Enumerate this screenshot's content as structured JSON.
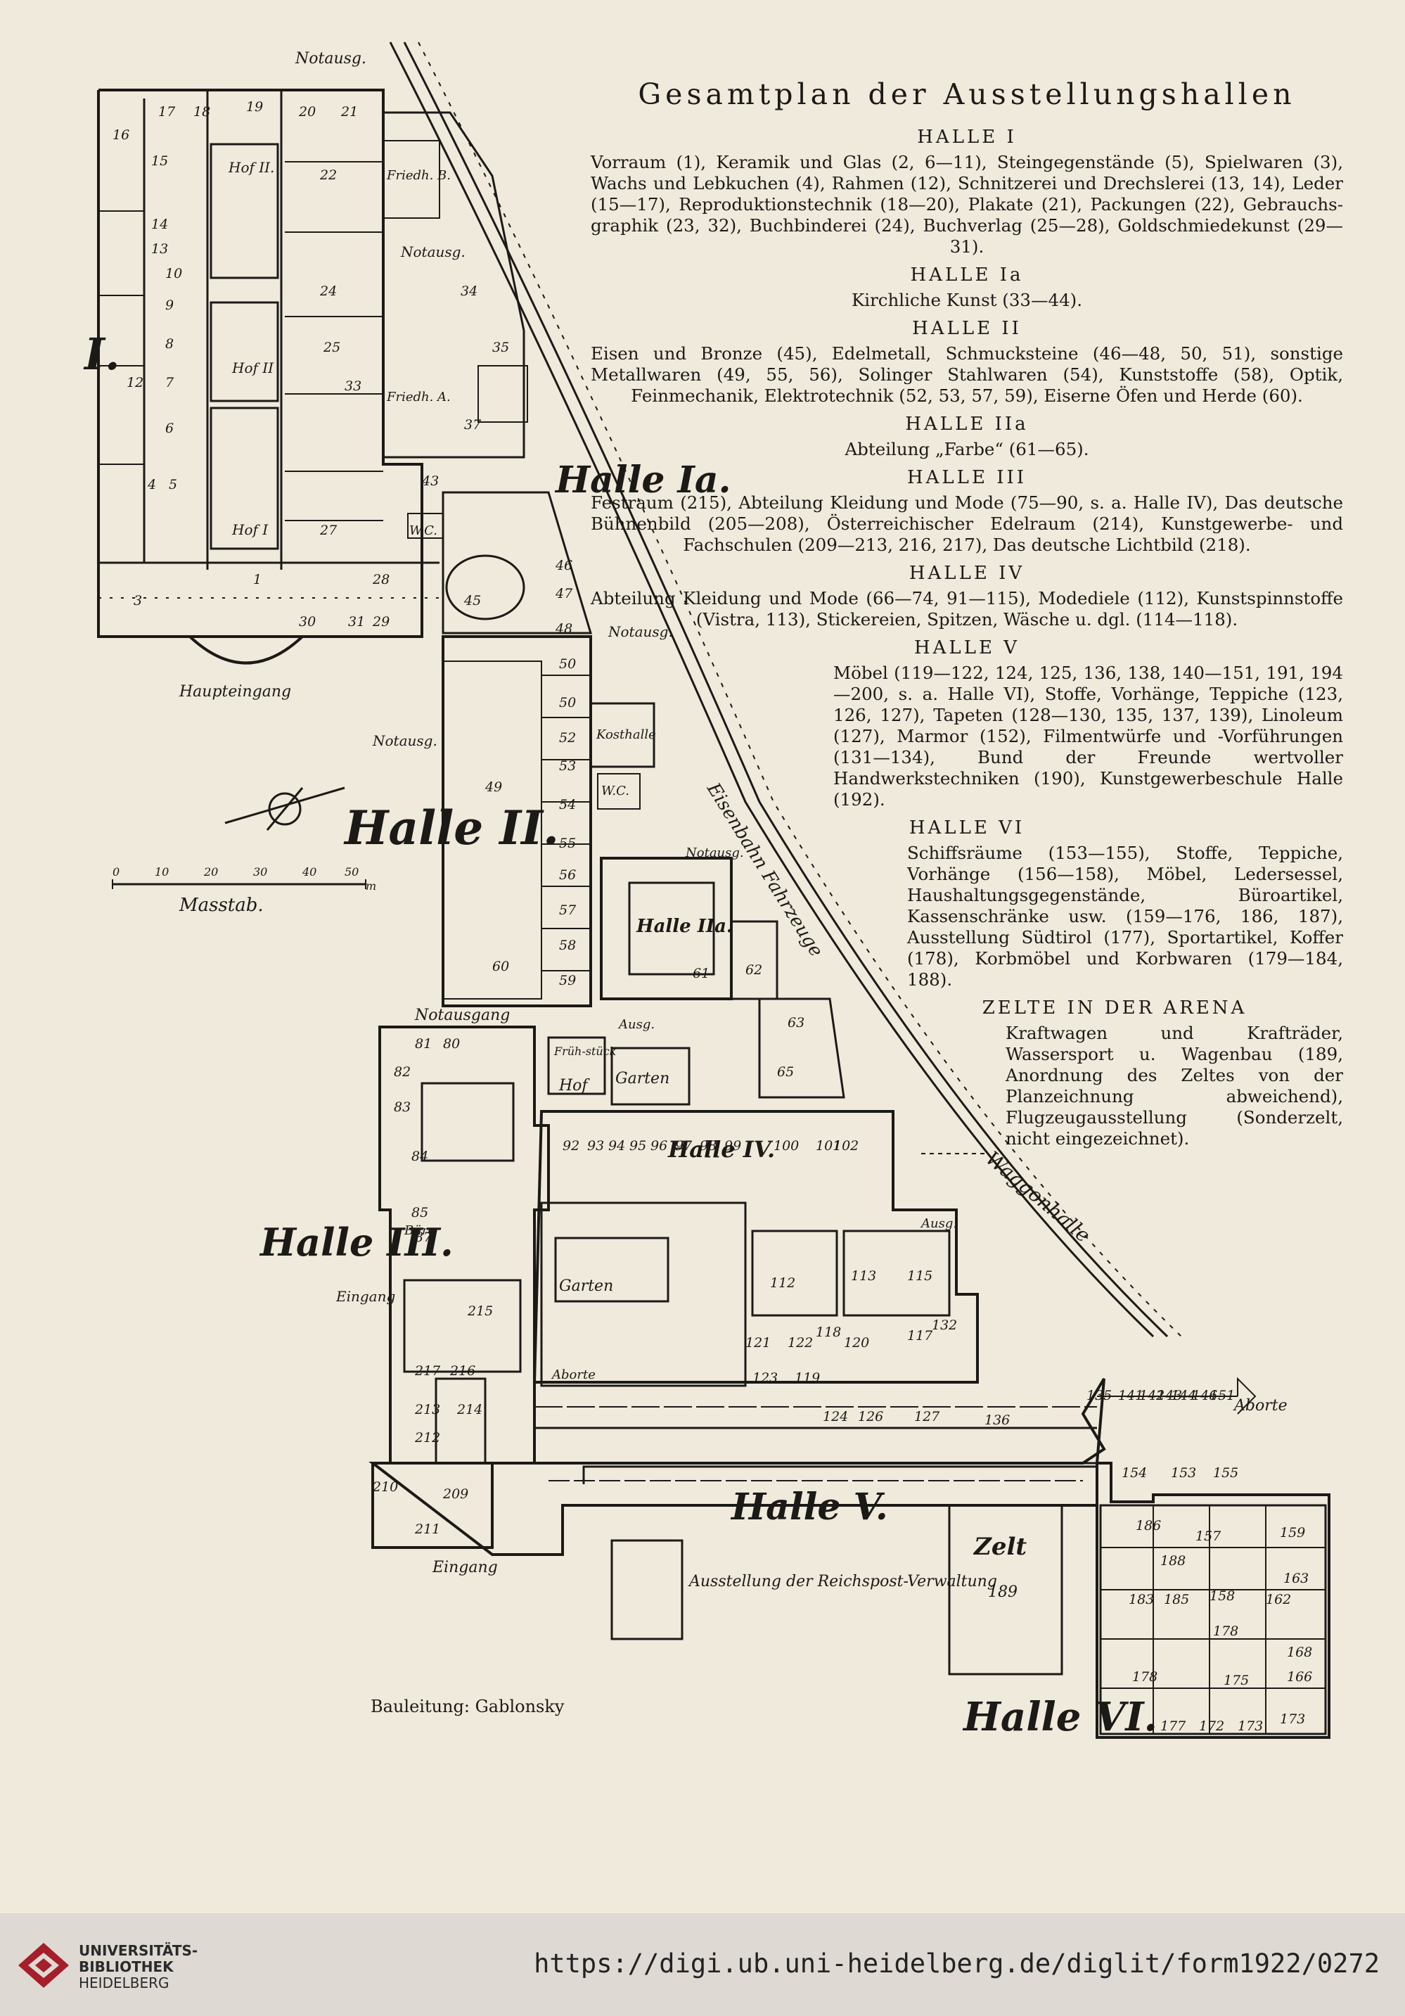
{
  "legend": {
    "title": "Gesamtplan der Ausstellungshallen",
    "sections": [
      {
        "heading": "HALLE I",
        "text": "Vorraum (1), Keramik und Glas (2, 6—11), Steingegenstände (5), Spielwaren (3), Wachs und Lebkuchen (4), Rahmen (12), Schnitzerei und Drechslerei (13, 14), Leder (15—17), Reproduktionstechnik (18—20), Plakate (21), Packungen (22), Gebrauchs-graphik (23, 32), Buchbinderei (24), Buchverlag (25—28), Goldschmiedekunst (29—31)."
      },
      {
        "heading": "HALLE Ia",
        "text": "Kirchliche Kunst (33—44)."
      },
      {
        "heading": "HALLE II",
        "text": "Eisen und Bronze (45), Edelmetall, Schmucksteine (46—48, 50, 51), sonstige Metallwaren (49, 55, 56), Solinger Stahlwaren (54), Kunststoffe (58), Optik, Feinmechanik, Elektrotechnik (52, 53, 57, 59), Eiserne Öfen und Herde (60)."
      },
      {
        "heading": "HALLE IIa",
        "text": "Abteilung „Farbe“ (61—65)."
      },
      {
        "heading": "HALLE III",
        "text": "Festraum (215), Abteilung Kleidung und Mode (75—90, s. a. Halle IV), Das deutsche Bühnenbild (205—208), Österreichischer Edelraum (214), Kunstgewerbe- und Fachschulen (209—213, 216, 217), Das deutsche Lichtbild (218)."
      },
      {
        "heading": "HALLE IV",
        "text": "Abteilung Kleidung und Mode (66—74, 91—115), Modediele (112), Kunstspinnstoffe (Vistra, 113), Stickereien, Spitzen, Wäsche u. dgl. (114—118)."
      },
      {
        "heading": "HALLE V",
        "text": "Möbel (119—122, 124, 125, 136, 138, 140—151, 191, 194—200, s. a. Halle VI), Stoffe, Vorhänge, Teppiche (123, 126, 127), Tapeten (128—130, 135, 137, 139), Linoleum (127), Marmor (152), Filmentwürfe und -Vorführungen (131—134), Bund der Freunde wertvoller Handwerkstechniken (190), Kunstgewerbeschule Halle (192)."
      },
      {
        "heading": "HALLE VI",
        "text": "Schiffsräume (153—155), Stoffe, Teppiche, Vorhänge (156—158), Möbel, Ledersessel, Haushaltungsgegenstände, Büroartikel, Kassenschränke usw. (159—176, 186, 187), Ausstellung Südtirol (177), Sportartikel, Koffer (178), Korbmöbel und Korbwaren (179—184, 188)."
      },
      {
        "heading": "ZELTE IN DER ARENA",
        "text": "Kraftwagen und Krafträder, Wassersport u. Wagenbau (189, Anordnung des Zeltes von der Planzeichnung abweichend), Flugzeugausstellung (Sonderzelt, nicht eingezeichnet)."
      }
    ]
  },
  "plan_labels": {
    "notausg": "Notausg.",
    "notausgang": "Notausgang",
    "hof2": "Hof II.",
    "hof2b": "Hof II",
    "hof1": "Hof I",
    "friedh_b": "Friedh. B.",
    "friedh_a": "Friedh. A.",
    "wc": "W.C.",
    "halle1_roman": "I.",
    "halle1a": "Halle Ia.",
    "haupteingang": "Haupteingang",
    "halle2": "Halle II.",
    "kosthalle": "Kosthalle",
    "eisenbahn": "Eisenbahn Fahrzeuge",
    "halle2a": "Halle IIa.",
    "ausg": "Ausg.",
    "massstab": "Masstab.",
    "scale_ticks": [
      "0",
      "10",
      "20",
      "30",
      "40",
      "50"
    ],
    "scale_unit": "m",
    "fruehstueck": "Früh-stück",
    "hof": "Hof",
    "garten": "Garten",
    "halle4": "Halle IV.",
    "halle3": "Halle III.",
    "buero": "Büro",
    "eingang": "Eingang",
    "aborte": "Aborte",
    "waggonhalle": "Waggonhalle",
    "halle5": "Halle V.",
    "ausstellung_reichspost": "Ausstellung der Reichspost-Verwaltung",
    "zelt": "Zelt",
    "zelt_num": "189",
    "halle6": "Halle VI."
  },
  "credit": "Bauleitung: Gablonsky",
  "footer": {
    "library_lines": [
      "UNIVERSITÄTS-",
      "BIBLIOTHEK",
      "HEIDELBERG"
    ],
    "url": "https://digi.ub.uni-heidelberg.de/diglit/form1922/0272"
  },
  "colors": {
    "paper": "#f0eadc",
    "ink": "#1c1a17",
    "footer": "#dedad3"
  }
}
